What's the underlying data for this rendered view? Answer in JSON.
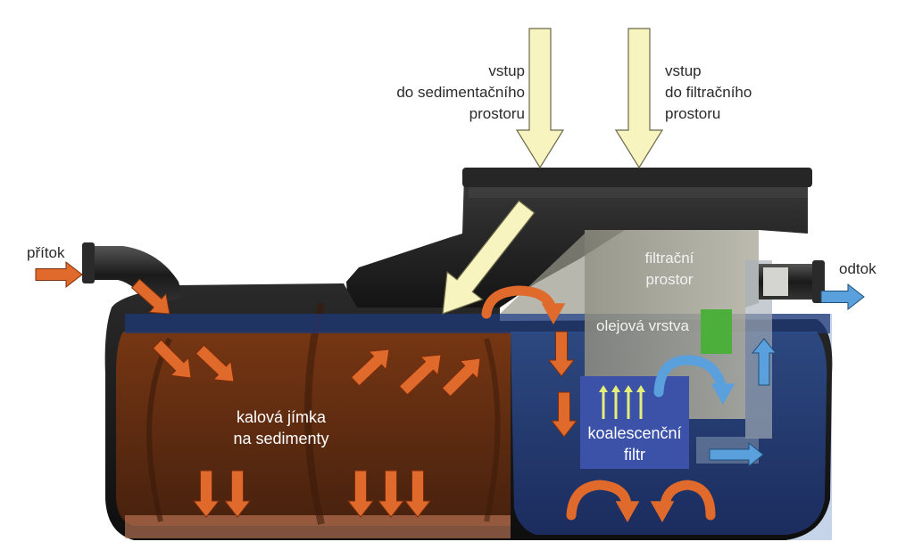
{
  "labels": {
    "inlet_sed_line1": "vstup",
    "inlet_sed_line2": "do sedimentačního",
    "inlet_sed_line3": "prostoru",
    "inlet_fil_line1": "vstup",
    "inlet_fil_line2": "do filtračního",
    "inlet_fil_line3": "prostoru",
    "inflow": "přítok",
    "outflow": "odtok",
    "filter_space_line1": "filtrační",
    "filter_space_line2": "prostor",
    "oil_layer": "olejová vrstva",
    "sludge_line1": "kalová jímka",
    "sludge_line2": "na sedimenty",
    "coalescent_line1": "koalescenční",
    "coalescent_line2": "filtr"
  },
  "colors": {
    "tank_body": "#1c1c1c",
    "sludge_zone": "#6a2e12",
    "water_zone": "#5a79b0",
    "flow_arrow": "#e06a2b",
    "clean_arrow": "#5aa0dc",
    "access_arrow": "#f8f4c0",
    "oil_layer_marker": "#4caf3c",
    "filter_block": "#3b52a8",
    "filter_arrows": "#e6ee7a"
  },
  "icons": [
    "flow-arrow",
    "access-arrow",
    "clean-water-arrow"
  ]
}
